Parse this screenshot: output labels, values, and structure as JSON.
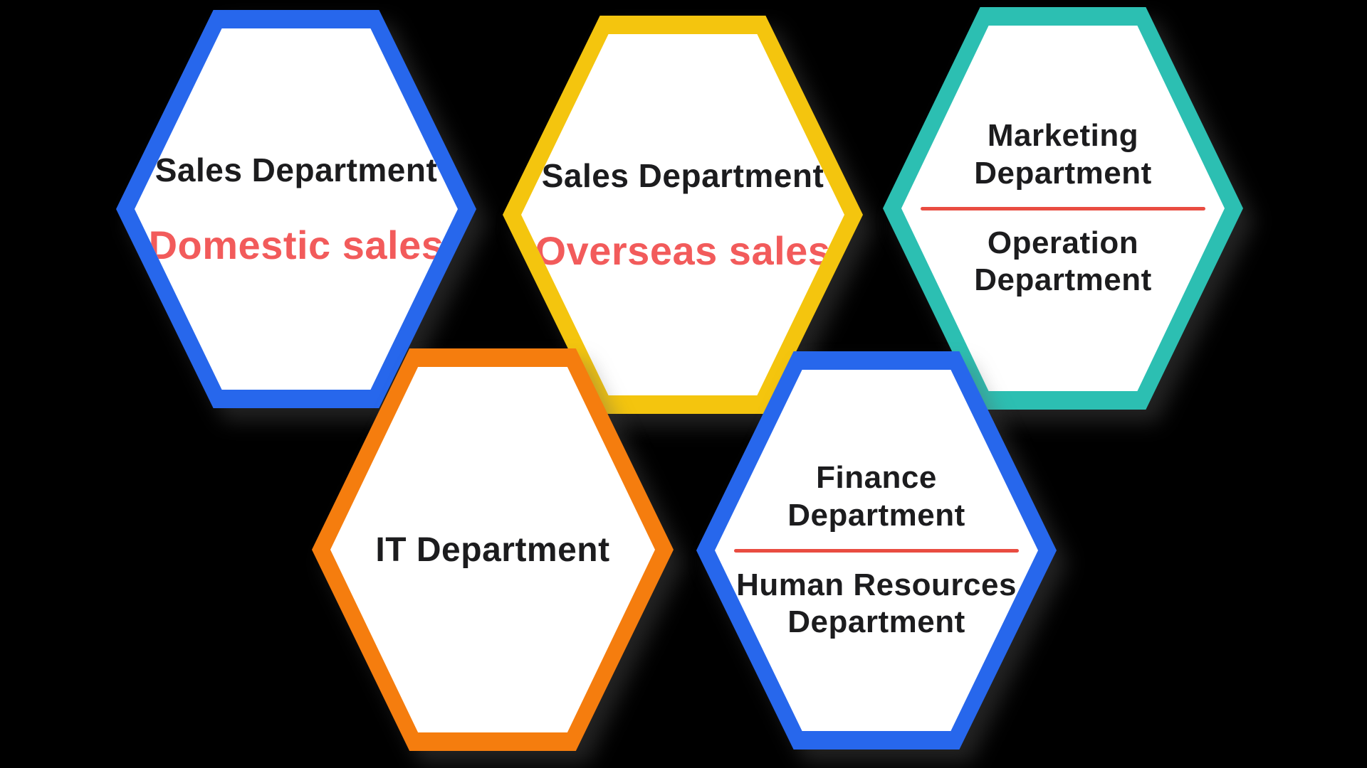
{
  "canvas": {
    "background_color": "#000000",
    "text_color": "#1c1c1e"
  },
  "hexagons": [
    {
      "id": "sales-domestic",
      "border_color": "#2767EC",
      "fill_color": "#FFFFFF",
      "title": "Sales Department",
      "subtitle": "Domestic sales",
      "subtitle_color": "#F25B5B"
    },
    {
      "id": "sales-overseas",
      "border_color": "#F4C50E",
      "fill_color": "#FFFFFF",
      "title": "Sales Department",
      "subtitle": "Overseas sales",
      "subtitle_color": "#F25B5B"
    },
    {
      "id": "marketing-operation",
      "border_color": "#2CBFB2",
      "fill_color": "#FFFFFF",
      "top_label": "Marketing\nDepartment",
      "bottom_label": "Operation\nDepartment",
      "divider_color": "#E94C41"
    },
    {
      "id": "it",
      "border_color": "#F57D0E",
      "fill_color": "#FFFFFF",
      "title": "IT Department"
    },
    {
      "id": "finance-hr",
      "border_color": "#2767EC",
      "fill_color": "#FFFFFF",
      "top_label": "Finance\nDepartment",
      "bottom_label": "Human Resources\nDepartment",
      "divider_color": "#E94C41"
    }
  ]
}
